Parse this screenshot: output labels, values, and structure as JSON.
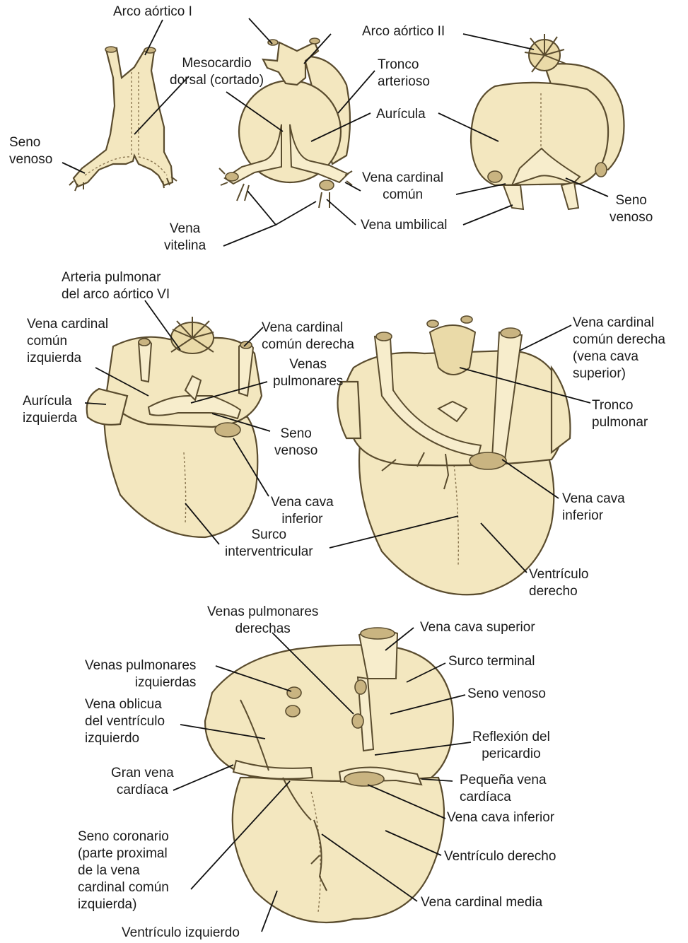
{
  "colors": {
    "tissue": "#f3e7bf",
    "outline": "#5a4c2e",
    "label": "#1b1b1b",
    "background": "#ffffff"
  },
  "panel_top": {
    "arco_aortico_1": [
      "Arco aórtico I"
    ],
    "arco_aortico_2": [
      "Arco aórtico II"
    ],
    "mesocardio": [
      "Mesocardio",
      "dorsal (cortado)"
    ],
    "tronco": [
      "Tronco",
      "arterioso"
    ],
    "auricula": [
      "Aurícula"
    ],
    "seno_venoso_left": [
      "Seno",
      "venoso"
    ],
    "vena_cardinal_comun": [
      "Vena cardinal",
      "común"
    ],
    "vena_umbilical": [
      "Vena umbilical"
    ],
    "vena_vitelina": [
      "Vena",
      "vitelina"
    ],
    "seno_venoso_right": [
      "Seno",
      "venoso"
    ]
  },
  "panel_middle": {
    "arteria_pulmonar": [
      "Arteria pulmonar",
      "del arco aórtico VI"
    ],
    "vena_cardinal_izq": [
      "Vena cardinal",
      "común",
      "izquierda"
    ],
    "vena_cardinal_der": [
      "Vena cardinal",
      "común derecha"
    ],
    "venas_pulmonares": [
      "Venas",
      "pulmonares"
    ],
    "auricula_izq": [
      "Aurícula",
      "izquierda"
    ],
    "seno_venoso": [
      "Seno",
      "venoso"
    ],
    "vena_cava_inf_left": [
      "Vena cava",
      "inferior"
    ],
    "surco": [
      "Surco",
      "interventricular"
    ],
    "vena_cardinal_der_vcs": [
      "Vena cardinal",
      "común derecha",
      "(vena cava",
      "superior)"
    ],
    "tronco_pulmonar": [
      "Tronco",
      "pulmonar"
    ],
    "vena_cava_inf_right": [
      "Vena cava",
      "inferior"
    ],
    "ventriculo_derecho": [
      "Ventrículo",
      "derecho"
    ]
  },
  "panel_bottom": {
    "venas_pulm_der": [
      "Venas pulmonares",
      "derechas"
    ],
    "vena_cava_sup": [
      "Vena cava superior"
    ],
    "venas_pulm_izq": [
      "Venas pulmonares",
      "izquierdas"
    ],
    "surco_terminal": [
      "Surco terminal"
    ],
    "seno_venoso": [
      "Seno venoso"
    ],
    "vena_oblicua": [
      "Vena oblicua",
      "del ventrículo",
      "izquierdo"
    ],
    "reflexion": [
      "Reflexión del",
      "pericardio"
    ],
    "gran_vena": [
      "Gran vena",
      "cardíaca"
    ],
    "pequena_vena": [
      "Pequeña vena",
      "cardíaca"
    ],
    "vena_cava_inf": [
      "Vena cava inferior"
    ],
    "seno_coronario": [
      "Seno coronario",
      "(parte proximal",
      "de la vena",
      "cardinal común",
      "izquierda)"
    ],
    "ventriculo_derecho": [
      "Ventrículo derecho"
    ],
    "vena_cardinal_media": [
      "Vena cardinal media"
    ],
    "ventriculo_izquierdo": [
      "Ventrículo izquierdo"
    ]
  }
}
